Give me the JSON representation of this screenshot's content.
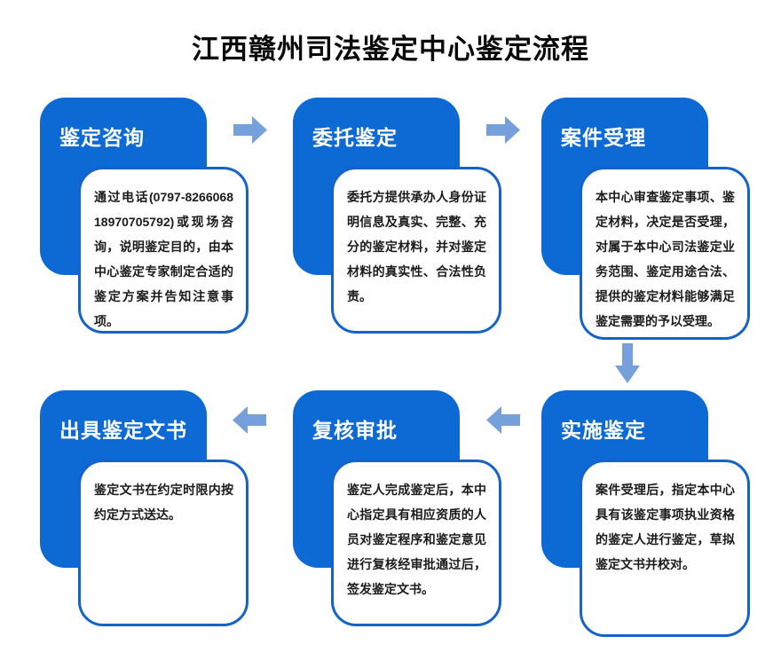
{
  "title": "江西赣州司法鉴定中心鉴定流程",
  "colors": {
    "primary-blue": "#0d6ad4",
    "card-border": "#1563c8",
    "arrow-blue": "#76a0dc",
    "text-dark": "#1b1b1b",
    "title-color": "#0a0a0a"
  },
  "steps": [
    {
      "title": "鉴定咨询",
      "body": "通过电话(0797-8266068 18970705792)或现场咨询，说明鉴定目的，由本中心鉴定专家制定合适的鉴定方案并告知注意事项。"
    },
    {
      "title": "委托鉴定",
      "body": "委托方提供承办人身份证明信息及真实、完整、充分的鉴定材料，并对鉴定材料的真实性、合法性负责。"
    },
    {
      "title": "案件受理",
      "body": "本中心审查鉴定事项、鉴定材料，决定是否受理，对属于本中心司法鉴定业务范围、鉴定用途合法、提供的鉴定材料能够满足鉴定需要的予以受理。"
    },
    {
      "title": "实施鉴定",
      "body": "案件受理后，指定本中心具有该鉴定事项执业资格的鉴定人进行鉴定，草拟鉴定文书并校对。"
    },
    {
      "title": "复核审批",
      "body": "鉴定人完成鉴定后，本中心指定具有相应资质的人员对鉴定程序和鉴定意见进行复核经审批通过后，签发鉴定文书。"
    },
    {
      "title": "出具鉴定文书",
      "body": "鉴定文书在约定时限内按约定方式送达。"
    }
  ],
  "arrows": [
    {
      "name": "arrow-step1-to-step2",
      "direction": "right"
    },
    {
      "name": "arrow-step2-to-step3",
      "direction": "right"
    },
    {
      "name": "arrow-step3-to-step4",
      "direction": "down"
    },
    {
      "name": "arrow-step4-to-step5",
      "direction": "left"
    },
    {
      "name": "arrow-step5-to-step6",
      "direction": "left"
    }
  ]
}
